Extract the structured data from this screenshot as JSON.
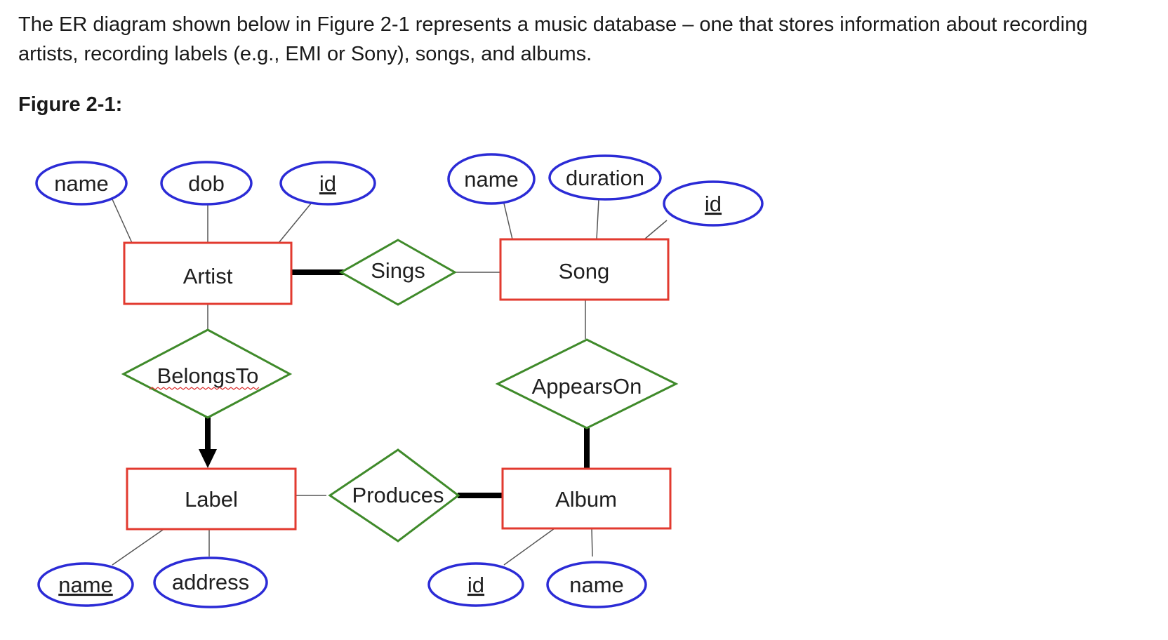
{
  "intro_text": "The ER diagram shown below in Figure 2-1 represents a music database – one that stores information about recording artists, recording labels (e.g., EMI or Sony), songs, and albums.",
  "figure_label": "Figure 2-1:",
  "diagram": {
    "entities": {
      "artist": "Artist",
      "song": "Song",
      "label": "Label",
      "album": "Album"
    },
    "relationships": {
      "sings": "Sings",
      "belongs_to": "BelongsTo",
      "appears_on": "AppearsOn",
      "produces": "Produces"
    },
    "attributes": {
      "artist_name": "name",
      "artist_dob": "dob",
      "artist_id": "id",
      "song_name": "name",
      "song_duration": "duration",
      "song_id": "id",
      "label_name": "name",
      "label_address": "address",
      "album_id": "id",
      "album_name": "name"
    },
    "colors": {
      "entity_border": "#e23a2f",
      "attribute_border": "#2b2bd6",
      "relationship_border": "#3f8a2a"
    }
  }
}
